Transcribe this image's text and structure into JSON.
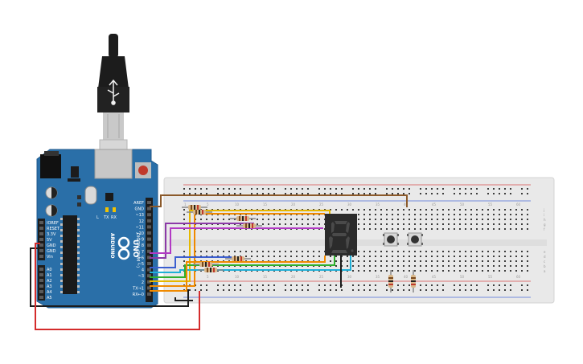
{
  "board": {
    "brand": "ARDUINO",
    "model": "UNO",
    "digital_header_title": "DIGITAL (PWM ~)",
    "digital_pins": [
      "AREF",
      "GND",
      "~13",
      "12",
      "~11",
      "~10",
      "~9",
      "8",
      "7",
      "~6",
      "~5",
      "4",
      "~3",
      "2",
      "TX→1",
      "RX←0"
    ],
    "power_pins": [
      "IOREF",
      "RESET",
      "3.3V",
      "5V",
      "GND",
      "GND",
      "Vin"
    ],
    "analog_pins": [
      "A0",
      "A1",
      "A2",
      "A3",
      "A4",
      "A5"
    ],
    "indicators": [
      "L",
      "TX",
      "RX"
    ],
    "colors": {
      "pcb": "#2a6fa8",
      "pcb_dark": "#1f5a8c",
      "header": "#1d1d1d"
    }
  },
  "breadboard": {
    "row_letters": [
      "a",
      "b",
      "c",
      "d",
      "e",
      "f",
      "g",
      "h",
      "i",
      "j"
    ],
    "column_numbers": [
      "1",
      "5",
      "10",
      "15",
      "20",
      "25",
      "30",
      "35",
      "40",
      "45",
      "50",
      "55",
      "60"
    ],
    "colors": {
      "body": "#e9e9e9",
      "hole": "#3c3c3c",
      "rail_red": "#d64a4a",
      "rail_blue": "#4a6cd6"
    }
  },
  "components": {
    "display": {
      "digit": "8",
      "segment_color": "#4a4a4a",
      "body_color": "#2b2b2b"
    },
    "buttons": [
      "pushbutton-1",
      "pushbutton-2"
    ],
    "resistor_count": 9
  },
  "wire_colors": {
    "brown": "#8b5a2b",
    "yellow": "#e5b800",
    "orange": "#f08a00",
    "purple": "#8c3aa8",
    "magenta": "#b23ac4",
    "blue": "#3c5fd0",
    "cyan": "#1fb0d8",
    "green": "#2fb02f",
    "black": "#1c1c1c",
    "red": "#d42c2c"
  }
}
